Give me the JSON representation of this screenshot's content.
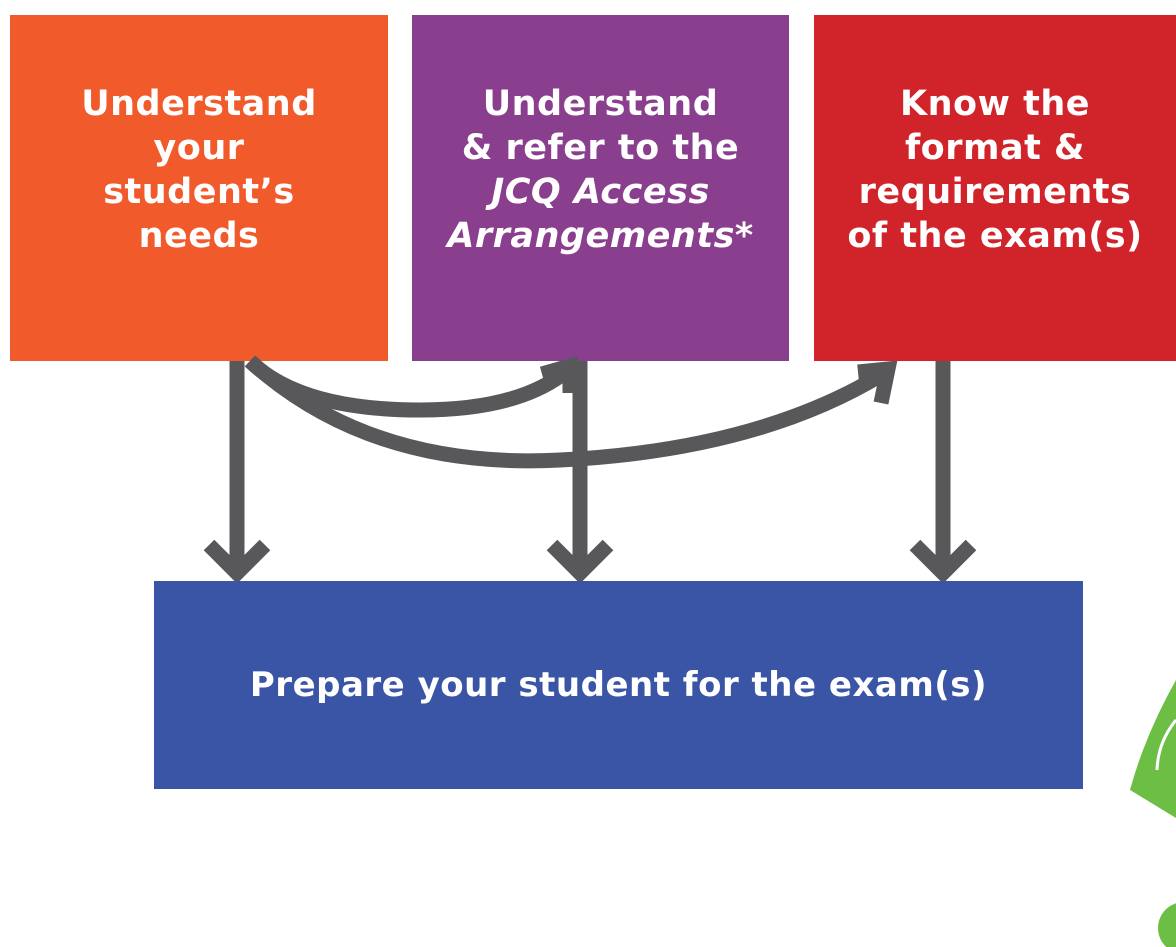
{
  "steps": [
    {
      "lines": [
        "Understand",
        "your",
        "student’s",
        "needs"
      ],
      "color": "#f15a2b"
    },
    {
      "lines": [
        "Understand",
        "&  refer to the",
        "JCQ Access",
        "Arrangements*"
      ],
      "italic_lines": [
        2,
        3
      ],
      "color": "#8a3e8e"
    },
    {
      "lines": [
        "Know the",
        "format &",
        "requirements",
        "of the exam(s)"
      ],
      "color": "#d1232a"
    }
  ],
  "outcome": {
    "label": "Prepare your student for the exam(s)",
    "color": "#3a55a5"
  },
  "arrow_color": "#58585a",
  "decoration_color": "#6cbe45"
}
